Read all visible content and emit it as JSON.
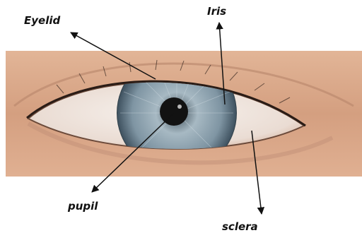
{
  "labels": {
    "eyelid": "Eyelid",
    "iris": "Iris",
    "pupil": "pupil",
    "sclera": "sclera"
  },
  "colors": {
    "skin": "#d9a98a",
    "skin_dark": "#b97f63",
    "sclera": "#f3ece6",
    "iris_outer": "#556a78",
    "iris_inner": "#9fb2be",
    "pupil": "#121212",
    "arrow": "#111111"
  }
}
